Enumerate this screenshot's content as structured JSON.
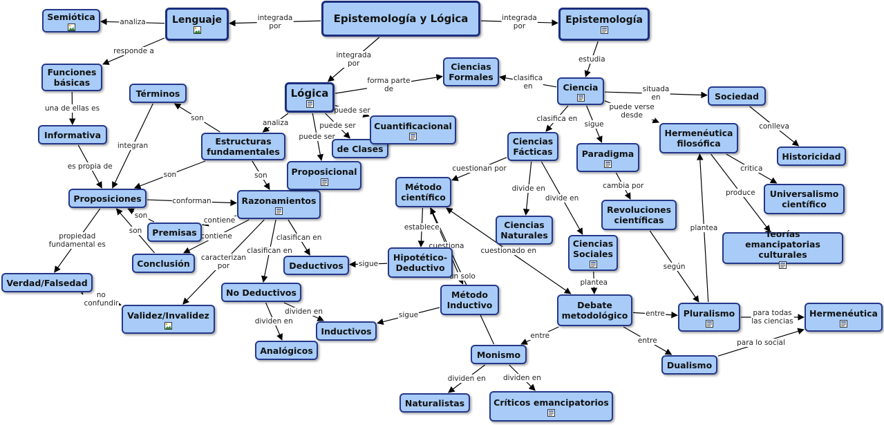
{
  "nodes": [
    {
      "id": "n_epilog",
      "label": "Epistemología y Lógica"
    },
    {
      "id": "n_lenguaje",
      "label": "Lenguaje",
      "icon": "image-icon"
    },
    {
      "id": "n_semiotica",
      "label": "Semiótica",
      "icon": "image-icon"
    },
    {
      "id": "n_epistemologia",
      "label": "Epistemología",
      "icon": "document-icon"
    },
    {
      "id": "n_funciones",
      "label": "Funciones básicas"
    },
    {
      "id": "n_informativa",
      "label": "Informativa"
    },
    {
      "id": "n_terminos",
      "label": "Términos"
    },
    {
      "id": "n_logica",
      "label": "Lógica",
      "icon": "document-icon"
    },
    {
      "id": "n_estructuras",
      "label": "Estructuras fundamentales"
    },
    {
      "id": "n_proposiciones",
      "label": "Proposiciones"
    },
    {
      "id": "n_razonamientos",
      "label": "Razonamientos",
      "icon": "document-icon"
    },
    {
      "id": "n_premisas",
      "label": "Premisas"
    },
    {
      "id": "n_conclusion",
      "label": "Conclusión"
    },
    {
      "id": "n_verdad",
      "label": "Verdad/Falsedad"
    },
    {
      "id": "n_validez",
      "label": "Validez/Invalidez",
      "icon": "image-icon"
    },
    {
      "id": "n_nodeductivos",
      "label": "No Deductivos"
    },
    {
      "id": "n_deductivos",
      "label": "Deductivos"
    },
    {
      "id": "n_inductivos",
      "label": "Inductivos"
    },
    {
      "id": "n_analogicos",
      "label": "Analógicos"
    },
    {
      "id": "n_proposicional",
      "label": "Proposicional",
      "icon": "document-icon"
    },
    {
      "id": "n_declases",
      "label": "de Clases"
    },
    {
      "id": "n_cuantificacional",
      "label": "Cuantificacional",
      "icon": "document-icon"
    },
    {
      "id": "n_cformales",
      "label": "Ciencias Formales"
    },
    {
      "id": "n_ciencia",
      "label": "Ciencia",
      "icon": "document-icon"
    },
    {
      "id": "n_sociedad",
      "label": "Sociedad"
    },
    {
      "id": "n_historicidad",
      "label": "Historicidad"
    },
    {
      "id": "n_cfacticas",
      "label": "Ciencias Fácticas"
    },
    {
      "id": "n_paradigma",
      "label": "Paradigma",
      "icon": "document-icon"
    },
    {
      "id": "n_hermfil",
      "label": "Hermenéutica filosófica"
    },
    {
      "id": "n_universalismo",
      "label": "Universalismo científico"
    },
    {
      "id": "n_teorias",
      "label": "Teorías emancipatorias culturales",
      "icon": "document-icon"
    },
    {
      "id": "n_revoluciones",
      "label": "Revoluciones científicas"
    },
    {
      "id": "n_metodo",
      "label": "Método científico"
    },
    {
      "id": "n_cnaturales",
      "label": "Ciencias Naturales"
    },
    {
      "id": "n_csociales",
      "label": "Ciencias Sociales",
      "icon": "document-icon"
    },
    {
      "id": "n_hipotetico",
      "label": "Hipotético-Deductivo"
    },
    {
      "id": "n_minductivo",
      "label": "Método Inductivo"
    },
    {
      "id": "n_debate",
      "label": "Debate metodológico"
    },
    {
      "id": "n_pluralismo",
      "label": "Pluralismo",
      "icon": "document-icon"
    },
    {
      "id": "n_hermeneutica",
      "label": "Hermenéutica",
      "icon": "document-icon"
    },
    {
      "id": "n_monismo",
      "label": "Monismo"
    },
    {
      "id": "n_dualismo",
      "label": "Dualismo"
    },
    {
      "id": "n_naturalistas",
      "label": "Naturalistas"
    },
    {
      "id": "n_criticos",
      "label": "Críticos emancipatorios",
      "icon": "document-icon"
    }
  ],
  "links": [
    {
      "from": "n_epilog",
      "to": "n_lenguaje",
      "label": "integrada\npor"
    },
    {
      "from": "n_epilog",
      "to": "n_epistemologia",
      "label": "integrada\npor"
    },
    {
      "from": "n_epilog",
      "to": "n_logica",
      "label": "integrada\npor"
    },
    {
      "from": "n_lenguaje",
      "to": "n_semiotica",
      "label": "analiza"
    },
    {
      "from": "n_lenguaje",
      "to": "n_funciones",
      "label": "responde a"
    },
    {
      "from": "n_funciones",
      "to": "n_informativa",
      "label": "una de ellas es"
    },
    {
      "from": "n_informativa",
      "to": "n_proposiciones",
      "label": "es propia de"
    },
    {
      "from": "n_terminos",
      "to": "n_proposiciones",
      "label": "integran"
    },
    {
      "from": "n_logica",
      "to": "n_cformales",
      "label": "forma parte\nde"
    },
    {
      "from": "n_logica",
      "to": "n_estructuras",
      "label": "analiza"
    },
    {
      "from": "n_logica",
      "to": "n_cuantificacional",
      "label": "puede ser"
    },
    {
      "from": "n_logica",
      "to": "n_declases",
      "label": "puede ser"
    },
    {
      "from": "n_logica",
      "to": "n_proposicional",
      "label": "puede ser"
    },
    {
      "from": "n_estructuras",
      "to": "n_terminos",
      "label": "son"
    },
    {
      "from": "n_estructuras",
      "to": "n_proposiciones",
      "label": "son"
    },
    {
      "from": "n_estructuras",
      "to": "n_razonamientos",
      "label": "son"
    },
    {
      "from": "n_proposiciones",
      "to": "n_razonamientos",
      "label": "conforman"
    },
    {
      "from": "n_proposiciones",
      "to": "n_verdad",
      "label": "propiedad\nfundamental es"
    },
    {
      "from": "n_razonamientos",
      "to": "n_premisas",
      "label": "contiene"
    },
    {
      "from": "n_razonamientos",
      "to": "n_conclusion",
      "label": "contiene"
    },
    {
      "from": "n_premisas",
      "to": "n_proposiciones",
      "label": "son"
    },
    {
      "from": "n_conclusion",
      "to": "n_proposiciones",
      "label": "son"
    },
    {
      "from": "n_razonamientos",
      "to": "n_validez",
      "label": "caracterizan\npor"
    },
    {
      "from": "n_razonamientos",
      "to": "n_nodeductivos",
      "label": "clasifican en"
    },
    {
      "from": "n_razonamientos",
      "to": "n_deductivos",
      "label": "clasifican en"
    },
    {
      "from": "n_verdad",
      "to": "n_validez",
      "label": "no\nconfundir",
      "both": true
    },
    {
      "from": "n_nodeductivos",
      "to": "n_inductivos",
      "label": "dividen en"
    },
    {
      "from": "n_nodeductivos",
      "to": "n_analogicos",
      "label": "dividen en"
    },
    {
      "from": "n_hipotetico",
      "to": "n_deductivos",
      "label": "sigue"
    },
    {
      "from": "n_minductivo",
      "to": "n_inductivos",
      "label": "sigue"
    },
    {
      "from": "n_epistemologia",
      "to": "n_ciencia",
      "label": "estudia"
    },
    {
      "from": "n_ciencia",
      "to": "n_cformales",
      "label": "clasifica\nen"
    },
    {
      "from": "n_ciencia",
      "to": "n_sociedad",
      "label": "situada\nen"
    },
    {
      "from": "n_ciencia",
      "to": "n_cfacticas",
      "label": "clasifica en"
    },
    {
      "from": "n_ciencia",
      "to": "n_paradigma",
      "label": "sigue"
    },
    {
      "from": "n_ciencia",
      "to": "n_hermfil",
      "label": "puede verse\ndesde"
    },
    {
      "from": "n_sociedad",
      "to": "n_historicidad",
      "label": "conlleva"
    },
    {
      "from": "n_hermfil",
      "to": "n_universalismo",
      "label": "critica"
    },
    {
      "from": "n_hermfil",
      "to": "n_teorias",
      "label": "produce"
    },
    {
      "from": "n_paradigma",
      "to": "n_revoluciones",
      "label": "cambia por"
    },
    {
      "from": "n_revoluciones",
      "to": "n_pluralismo",
      "label": "según"
    },
    {
      "from": "n_pluralismo",
      "to": "n_hermfil",
      "label": "plantea"
    },
    {
      "from": "n_cfacticas",
      "to": "n_metodo",
      "label": "cuestionan por"
    },
    {
      "from": "n_cfacticas",
      "to": "n_cnaturales",
      "label": "divide en"
    },
    {
      "from": "n_cfacticas",
      "to": "n_csociales",
      "label": "divide en"
    },
    {
      "from": "n_metodo",
      "to": "n_hipotetico",
      "label": "establece"
    },
    {
      "from": "n_metodo",
      "to": "n_minductivo",
      "label": "cuestiona"
    },
    {
      "from": "n_debate",
      "to": "n_metodo",
      "label": "cuestionado en",
      "both": true
    },
    {
      "from": "n_monismo",
      "to": "n_metodo",
      "label": "un solo"
    },
    {
      "from": "n_csociales",
      "to": "n_debate",
      "label": "plantea"
    },
    {
      "from": "n_debate",
      "to": "n_pluralismo",
      "label": "entre"
    },
    {
      "from": "n_debate",
      "to": "n_monismo",
      "label": "entre"
    },
    {
      "from": "n_debate",
      "to": "n_dualismo",
      "label": "entre"
    },
    {
      "from": "n_pluralismo",
      "to": "n_hermeneutica",
      "label": "para todas\nlas ciencias"
    },
    {
      "from": "n_dualismo",
      "to": "n_hermeneutica",
      "label": "para lo social"
    },
    {
      "from": "n_monismo",
      "to": "n_naturalistas",
      "label": "dividen en"
    },
    {
      "from": "n_monismo",
      "to": "n_criticos",
      "label": "dividen en"
    }
  ],
  "colors": {
    "node_fill": "#a8ccf7",
    "node_border": "#24378a",
    "edge": "#000000",
    "label_bg": "#ffffff"
  }
}
